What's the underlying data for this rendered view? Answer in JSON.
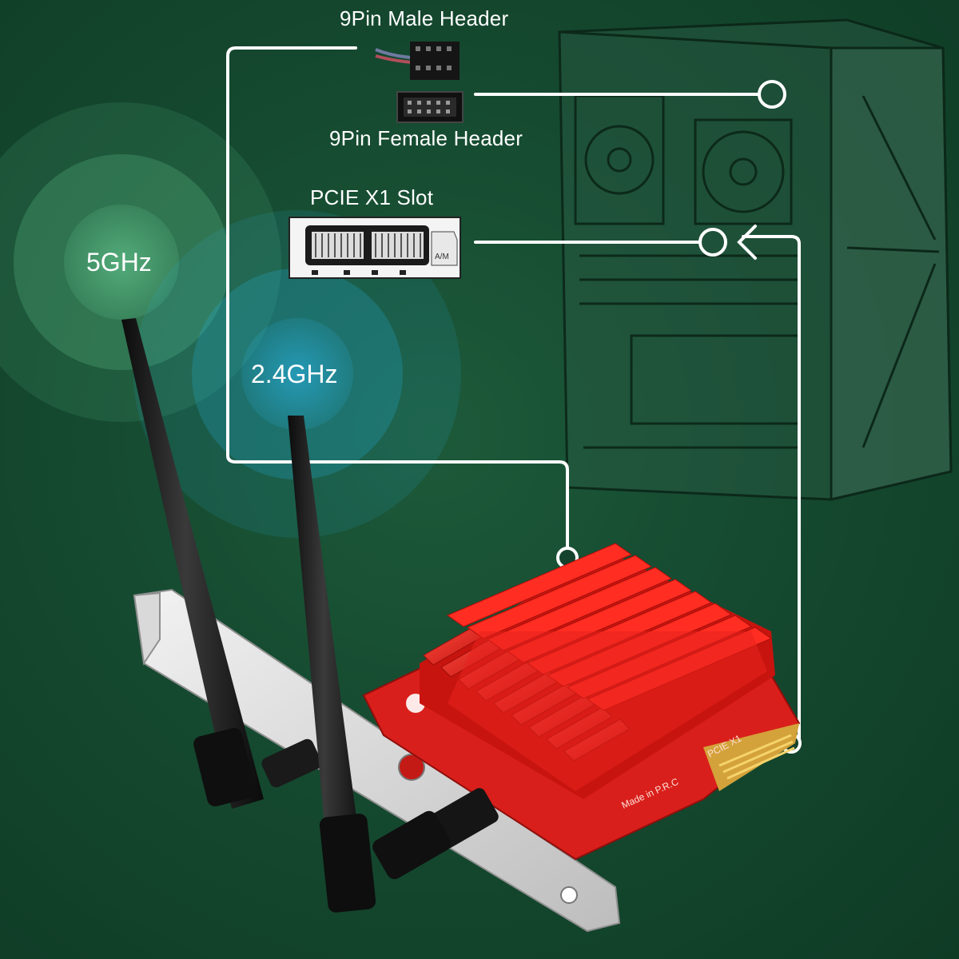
{
  "callouts": {
    "male_header": "9Pin Male  Header",
    "female_header": "9Pin Female Header",
    "pcie_slot": "PCIE X1 Slot"
  },
  "bands": {
    "band_5": "5GHz",
    "band_24": "2.4GHz"
  },
  "board_print": {
    "made_in": "Made in P.R.C",
    "slot_mark": "PCIE X1",
    "slot_key": "A/M"
  },
  "colors": {
    "background": "#14422c",
    "heatsink": "#e8231e",
    "pcb": "#d91f1b",
    "band_5_glow": "#6fd79b",
    "band_24_glow": "#2ab4e6",
    "callout_line": "#ffffff"
  }
}
